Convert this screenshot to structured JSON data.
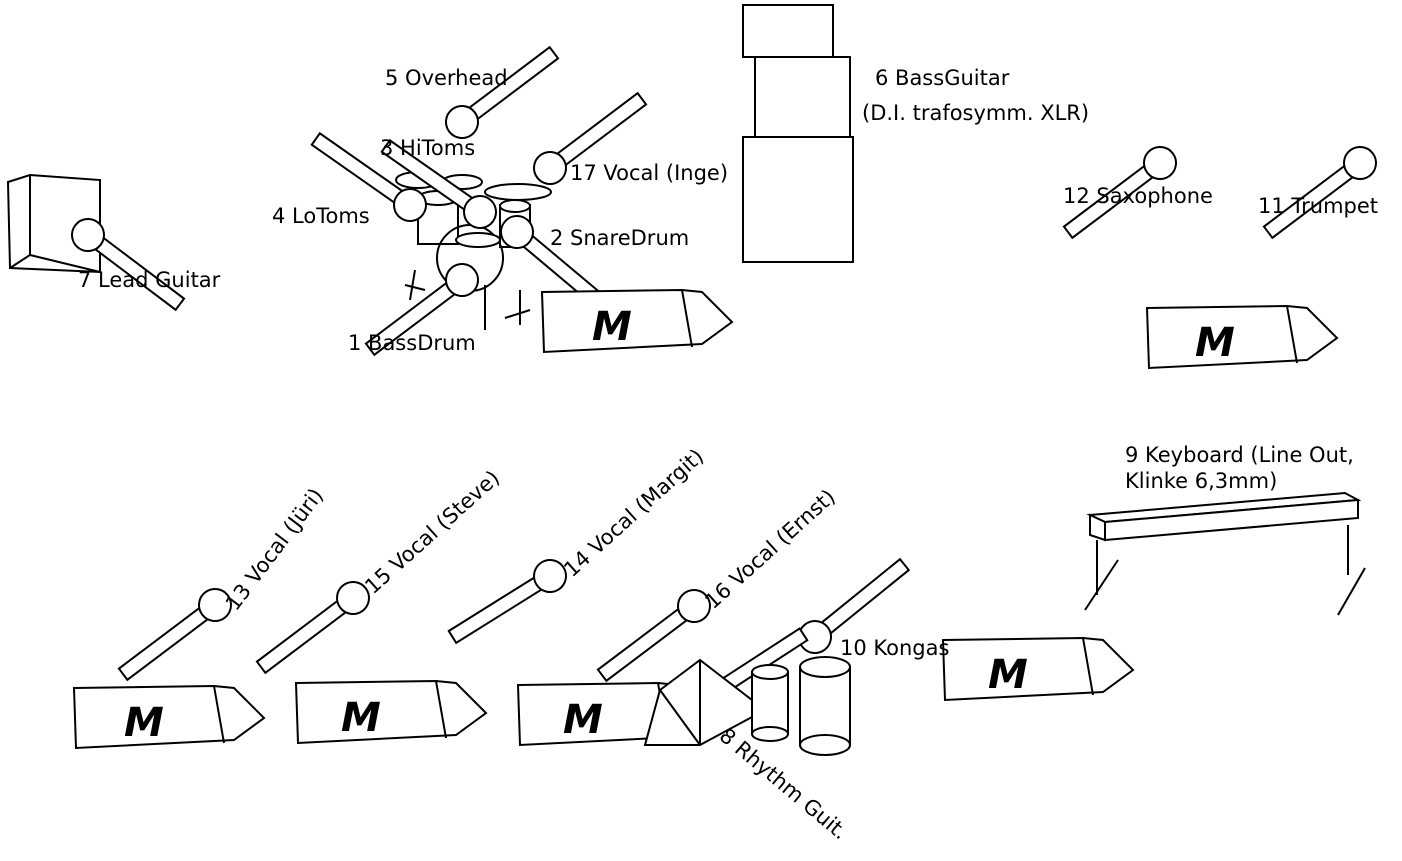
{
  "channels": {
    "c1": "1 BassDrum",
    "c2": "2 SnareDrum",
    "c3": "3 HiToms",
    "c4": "4 LoToms",
    "c5": "5 Overhead",
    "c6a": "6 BassGuitar",
    "c6b": "(D.I. trafosymm. XLR)",
    "c7": "7 Lead Guitar",
    "c8": "8 Rhythm Guit.",
    "c9a": "9 Keyboard (Line Out,",
    "c9b": "Klinke 6,3mm)",
    "c10": "10 Kongas",
    "c11": "11 Trumpet",
    "c12": "12 Saxophone",
    "c13": "13 Vocal (Jüri)",
    "c14": "14 Vocal (Margit)",
    "c15": "15 Vocal (Steve)",
    "c16": "16 Vocal (Ernst)",
    "c17": "17 Vocal (Inge)"
  },
  "monitor": {
    "letter": "M"
  },
  "colors": {
    "ink": "#000000",
    "background": "#ffffff"
  }
}
